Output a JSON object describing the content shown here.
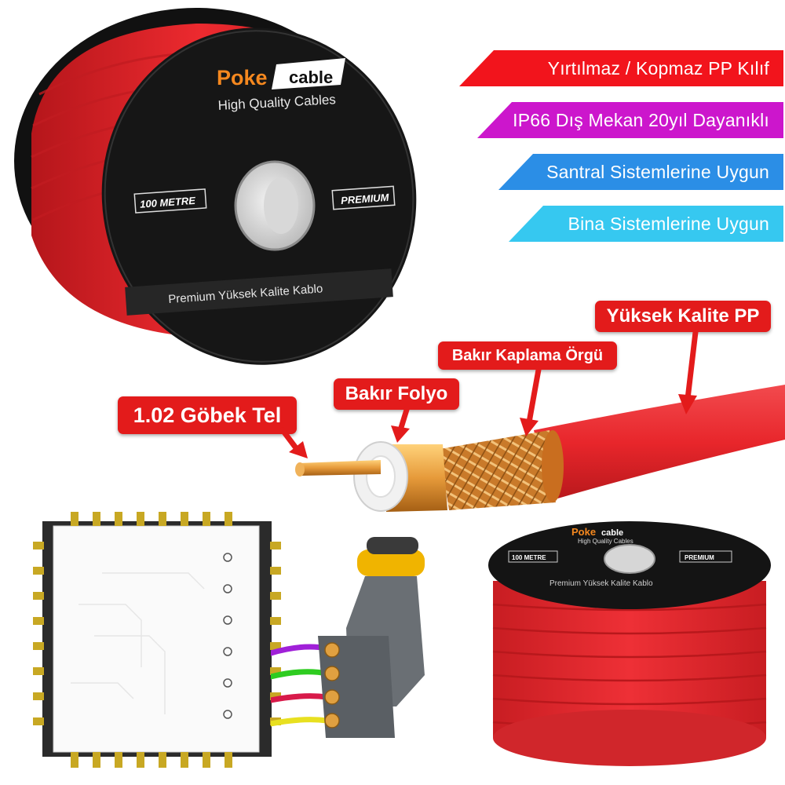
{
  "spool_label": {
    "brand_left": "Poke",
    "brand_right": "cable",
    "tagline": "High Quality Cables",
    "length_badge": "100 METRE",
    "grade_badge": "PREMIUM",
    "description": "Premium Yüksek Kalite Kablo"
  },
  "features": [
    {
      "label": "Yırtılmaz / Kopmaz PP Kılıf",
      "color": "#f2141c"
    },
    {
      "label": "IP66 Dış Mekan 20yıl Dayanıklı",
      "color": "#cc16cc"
    },
    {
      "label": "Santral Sistemlerine Uygun",
      "color": "#2b8ee6"
    },
    {
      "label": "Bina Sistemlerine Uygun",
      "color": "#36c8f0"
    }
  ],
  "callouts": {
    "core": "1.02 Göbek Tel",
    "foil": "Bakır Folyo",
    "braid": "Bakır Kaplama Örgü",
    "jacket": "Yüksek Kalite PP"
  },
  "colors": {
    "cable_red": "#e8262b",
    "callout_red": "#e31b1b",
    "spool_black": "#141414",
    "copper": "#e69a3a"
  }
}
